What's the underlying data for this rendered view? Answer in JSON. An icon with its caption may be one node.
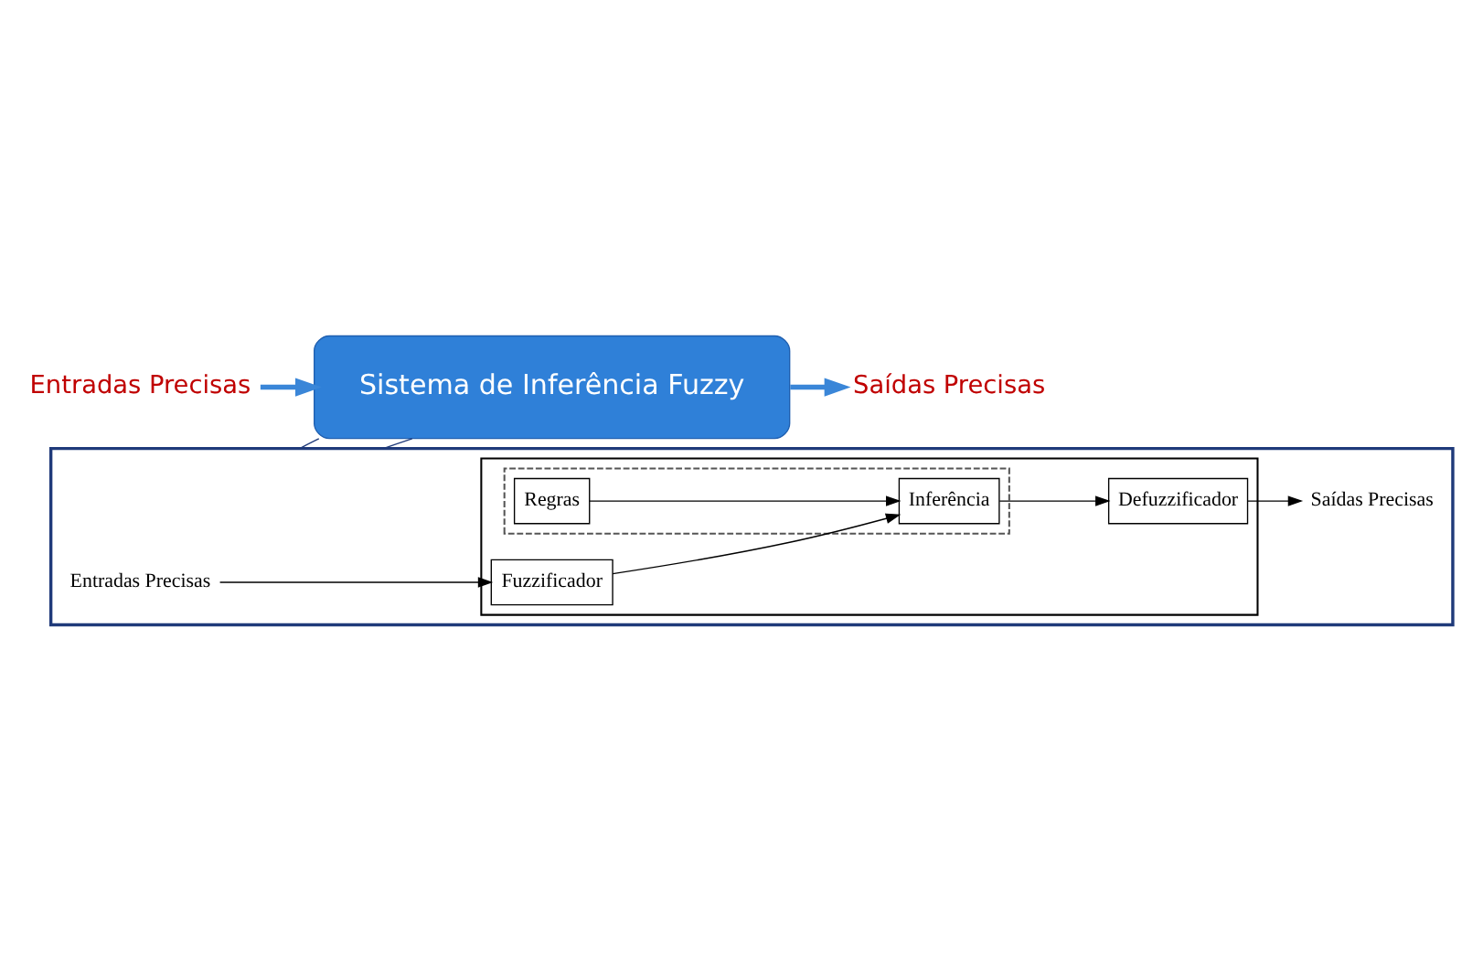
{
  "diagram": {
    "nodes": [
      {
        "text": [
          "Entradas Precisas"
        ]
      },
      {
        "text": [
          "Sistema de Inferência Fuzzy"
        ]
      },
      {
        "text": [
          "Saídas Precisas"
        ]
      },
      {
        "text": [],
        "shape": "box"
      },
      {
        "text": [],
        "shape": "box",
        "in": 3
      },
      {
        "text": [
          "Entradas Precisas"
        ],
        "in": 3
      },
      {
        "text": [],
        "shape": "box",
        "in": 4
      },
      {
        "text": [
          "Fuzzificador"
        ],
        "in": 4
      },
      {
        "text": [
          "Regras"
        ],
        "in": 6
      },
      {
        "text": [
          "Inferência"
        ],
        "in": 6
      },
      {
        "text": [
          "Defuzzificador"
        ],
        "in": 4
      },
      {
        "text": [
          "Saídas Precisas"
        ],
        "in": 3
      }
    ],
    "edges": [
      {
        "from": 0,
        "to": 1,
        "arrow": "to",
        "style": "thick",
        "color": "#3a86d8"
      },
      {
        "from": 1,
        "to": 2,
        "arrow": "to",
        "style": "thick",
        "color": "#3a86d8"
      },
      {
        "from": 1,
        "to": 3,
        "arrow": "none",
        "color": "#1f3a7a"
      },
      {
        "from": 1,
        "to": 3,
        "arrow": "none",
        "color": "#1f3a7a"
      },
      {
        "from": 5,
        "to": 7,
        "arrow": "to"
      },
      {
        "from": 7,
        "to": 9,
        "arrow": "to"
      },
      {
        "from": 8,
        "to": 9,
        "arrow": "to"
      },
      {
        "from": 9,
        "to": 10,
        "arrow": "to"
      },
      {
        "from": 10,
        "to": 11,
        "arrow": "to"
      }
    ]
  }
}
